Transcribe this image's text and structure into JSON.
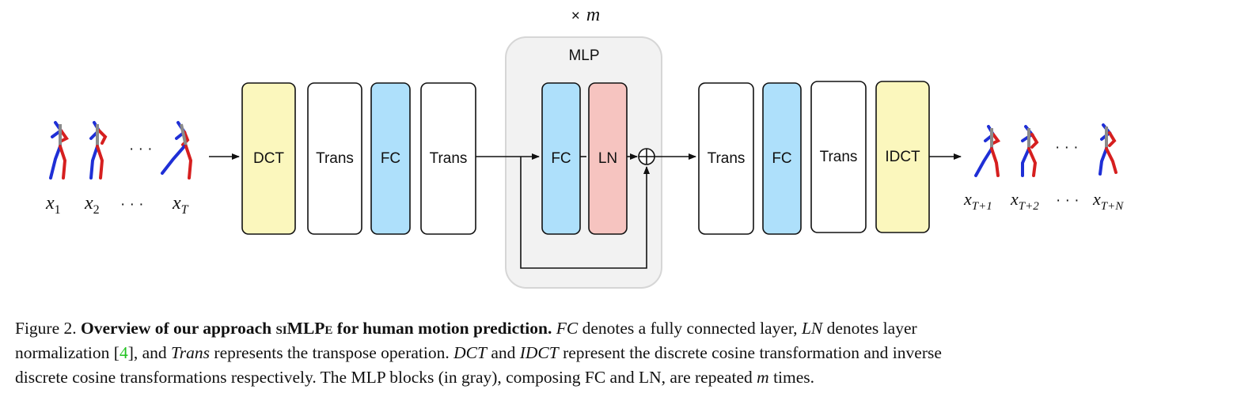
{
  "diagram": {
    "repeat_label_times": "×",
    "repeat_label_var": "m",
    "mlp_group_label": "MLP",
    "blocks": {
      "dct": "DCT",
      "trans1": "Trans",
      "fc1": "FC",
      "trans2": "Trans",
      "mlp_fc": "FC",
      "mlp_ln": "LN",
      "trans3": "Trans",
      "fc2": "FC",
      "trans4": "Trans",
      "idct": "IDCT"
    },
    "input_labels": {
      "x1": "x",
      "x1_sub": "1",
      "x2": "x",
      "x2_sub": "2",
      "dots": "· · ·",
      "xT": "x",
      "xT_sub": "T"
    },
    "output_labels": {
      "o1": "x",
      "o1_sub": "T+1",
      "o2": "x",
      "o2_sub": "T+2",
      "dots": "· · ·",
      "o3": "x",
      "o3_sub": "T+N"
    },
    "pose_dots": "· · ·",
    "colors": {
      "dct_fill": "#fbf7bd",
      "fc_fill": "#aee0fb",
      "ln_fill": "#f6c4c0",
      "mlp_bg": "#f2f2f2",
      "pose_blue": "#1f2fd6",
      "pose_red": "#d61f1f",
      "pose_gray": "#8a8a8a"
    }
  },
  "caption": {
    "figure_num": "Figure 2.",
    "title_part1": "Overview of our approach",
    "title_name": "siMLPe",
    "title_part2": "for human motion prediction.",
    "fc_term": "FC",
    "fc_desc": "denotes a fully connected layer,",
    "ln_term": "LN",
    "ln_desc": "denotes layer",
    "ln_desc2": "normalization [",
    "cite": "4",
    "after_cite": "], and",
    "trans_term": "Trans",
    "trans_desc": "represents the transpose operation.",
    "dct_term": "DCT",
    "and_word": "and",
    "idct_term": "IDCT",
    "dct_desc": "represent the discrete cosine transformation and inverse",
    "line3": "discrete cosine transformations respectively. The MLP blocks (in gray), composing FC and LN, are repeated",
    "m_var": "m",
    "times": "times."
  }
}
